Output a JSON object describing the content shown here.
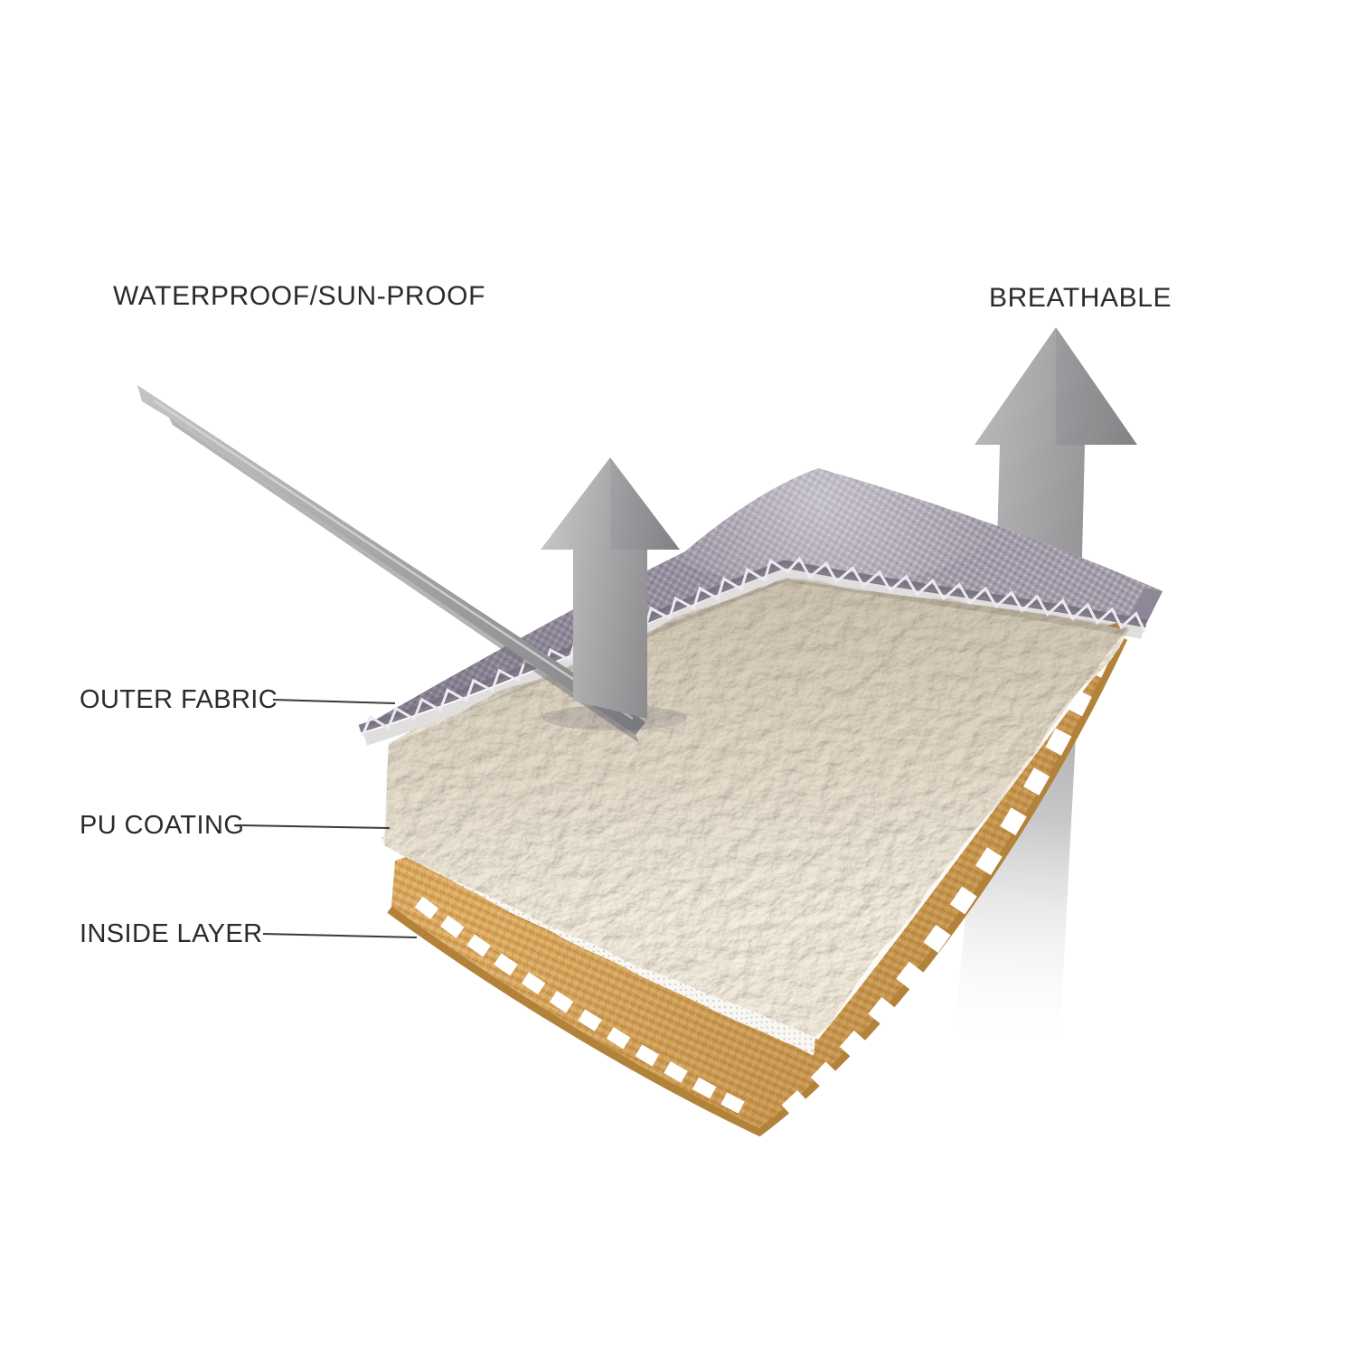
{
  "diagram": {
    "annotations": {
      "top_left": "WATERPROOF/SUN-PROOF",
      "top_right": "BREATHABLE"
    },
    "layer_labels": [
      {
        "text": "OUTER FABRIC"
      },
      {
        "text": "PU COATING"
      },
      {
        "text": "INSIDE LAYER"
      }
    ],
    "colors": {
      "text": "#2b2b2b",
      "leader_line": "#3a3a3a",
      "arrow_gray": "#9a9a9c",
      "mesh_gray": "#a49eab",
      "mesh_dot_dark": "#8b8494",
      "mesh_dot_light": "#c4becc",
      "mesh_edge_dark": "#756f7d",
      "coil_light": "#edeaf2",
      "fleece_cream": "#f4ecdd",
      "white_layer": "#f8f7f4",
      "white_layer_dot": "#c9c5bd",
      "inside_tan": "#d9a75f",
      "tan_line_dark": "#c08f45",
      "tan_line_light": "#e8bf7d",
      "tan_rim_dark": "#b3823a"
    }
  }
}
